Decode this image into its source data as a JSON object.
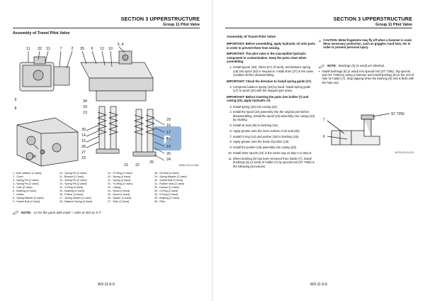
{
  "left": {
    "section": "SECTION 3 UPPERSTRUCTURE",
    "group": "Group 11 Pilot Valve",
    "title": "Assembly of Travel Pilot Valve",
    "fig_code": "W3K4-00-12-035",
    "callouts_top": [
      "11",
      "32",
      "31",
      "7",
      "2",
      "35",
      "6",
      "12",
      "10",
      "3, 4"
    ],
    "callouts_left": [
      "9",
      "8",
      "36"
    ],
    "callouts_mid": [
      "34",
      "33",
      "13",
      "30",
      "14",
      "15"
    ],
    "callouts_right": [
      "29",
      "16",
      "17",
      "18",
      "19",
      "20",
      "24",
      "26"
    ],
    "callouts_bottom": [
      "28",
      "27",
      "22",
      "23",
      "21"
    ],
    "legend": [
      [
        "1 - Bolt, Washer (2 Used)",
        "2 - Cover",
        "3 - Spring Pin (2 Used)",
        "4 - Spring Pin (2 Used)",
        "5 - Cam (2 Used)",
        "6 - Bushing (4 Used)",
        "7 - Holder",
        "8 - Spring Washer (4 Used)",
        "9 - Socket Bolt (4 Used)"
      ],
      [
        "10 - Spring Pin (2 Used)",
        "11 - Bracket (2 Used)",
        "12 - Spring Pin (2 Used)",
        "13 - Spring Pin (2 Used)",
        "14 - O-Ring (4 Used)",
        "15 - Bushing (4 Used)",
        "16 - Pusher (4 Used)",
        "17 - Spring Guides (4 Used)",
        "18 - Balance Spring (4 Used)"
      ],
      [
        "19 - *O-Ring (2 Used)",
        "20 - Spring (4 Used)",
        "21 - Spring (4 Used)",
        "22 - *O-Ring (2 Used)",
        "23 - Casing",
        "24 - Spool (4 Used)",
        "25 - Spool (4 Used)",
        "26 - Spacer (4 Used)",
        "27 - Shim (2 Used)"
      ],
      [
        "28 - Oil Seal (4 Used)",
        "29 - Spring Washer (2 Used)",
        "30 - Socket Bolt (2 Used)",
        "31 - Rubber Seal (2 Used)",
        "32 - Damper (2 Used)",
        "33 - O-Ring (2 Used)",
        "34 - O-Ring (2 Used)",
        "35 - Bushing (2 Used)",
        "36 - Filter"
      ]
    ],
    "note_label": "NOTE:",
    "note_text": "As for the parts with mark *, refer to W3-11-5-7.",
    "page_num": "W3-11-5-5"
  },
  "right": {
    "section": "SECTION 3 UPPERSTRUCTURE",
    "group": "Group 11 Pilot Valve",
    "title": "Assembly of Travel Pilot Valve",
    "imp1_label": "IMPORTANT:",
    "imp1_text": "Before assembling, apply hydraulic oil onto parts in order to prevent them from seizing.",
    "imp2_label": "IMPORTANT:",
    "imp2_text": "The pilot valve is the susceptible hydraulic component to contamination. Keep the parts clean when assembling.",
    "step1": "Install spacer (26), shims (27) (if used), and balance spring (18) into spool (24) in sequence. Install shim (27) in the same condition before disassembling.",
    "imp3_label": "IMPORTANT:",
    "imp3_text": "Check the direction to install spring guide (17).",
    "step2": "Compress balance spring (18) by hand. Install spring guide (17) to spool (24) with the stepped part down.",
    "imp4_label": "IMPORTANT:",
    "imp4_text": "Before inserting the parts into holder (7) and casing (23), apply hydraulic oil.",
    "step3": "Install spring (25) into casing (23).",
    "step4": "Install the spool (24) assembly into the original port before disassembling. Install the spool (24) assembly into casing (23) by rotating.",
    "step5": "Install oil seal (28) to bushing (15).",
    "step6": "Apply grease onto the inner surface of oil seal (28).",
    "step7": "Install O-ring (14) and pusher (16) to bushing (15).",
    "step8": "Apply grease onto the head of pusher (16).",
    "step9": "Install the pusher (16) assembly into casing (23).",
    "step10": "Install other spools (24) in the same way as step 1 to step 9.",
    "step11": "When bushing (6) has been removed from holder (7), install bushings (6) (4 used) to holder (7) by special tool (ST 7256) in the following procedures.",
    "caution_label": "CAUTION:",
    "caution_text": "Metal fragments may fly off when a hammer is used. Wear necessary protection, such as goggles, hard hats, etc in order to prevent personal injury.",
    "note_label": "NOTE:",
    "note_text": "Bushings (6) (4 used) are identical.",
    "bullet_text": "Install bushings (6) (4 used) into special tool (ST 7256). Tap special tool (ST 7256) by using a hammer and install bushing (6) to the end of hole on holder (7). Stop tapping when the bushing (6) end is flush with the hole end.",
    "fig2_labels": [
      "7",
      "6",
      "ST 7256"
    ],
    "fig2_code": "W7CN-03-11-010",
    "page_num": "W3-11-5-6"
  },
  "colors": {
    "ink": "#111111",
    "rule": "#333333",
    "watermark": "#2f6fb5",
    "caution": "#000000"
  }
}
